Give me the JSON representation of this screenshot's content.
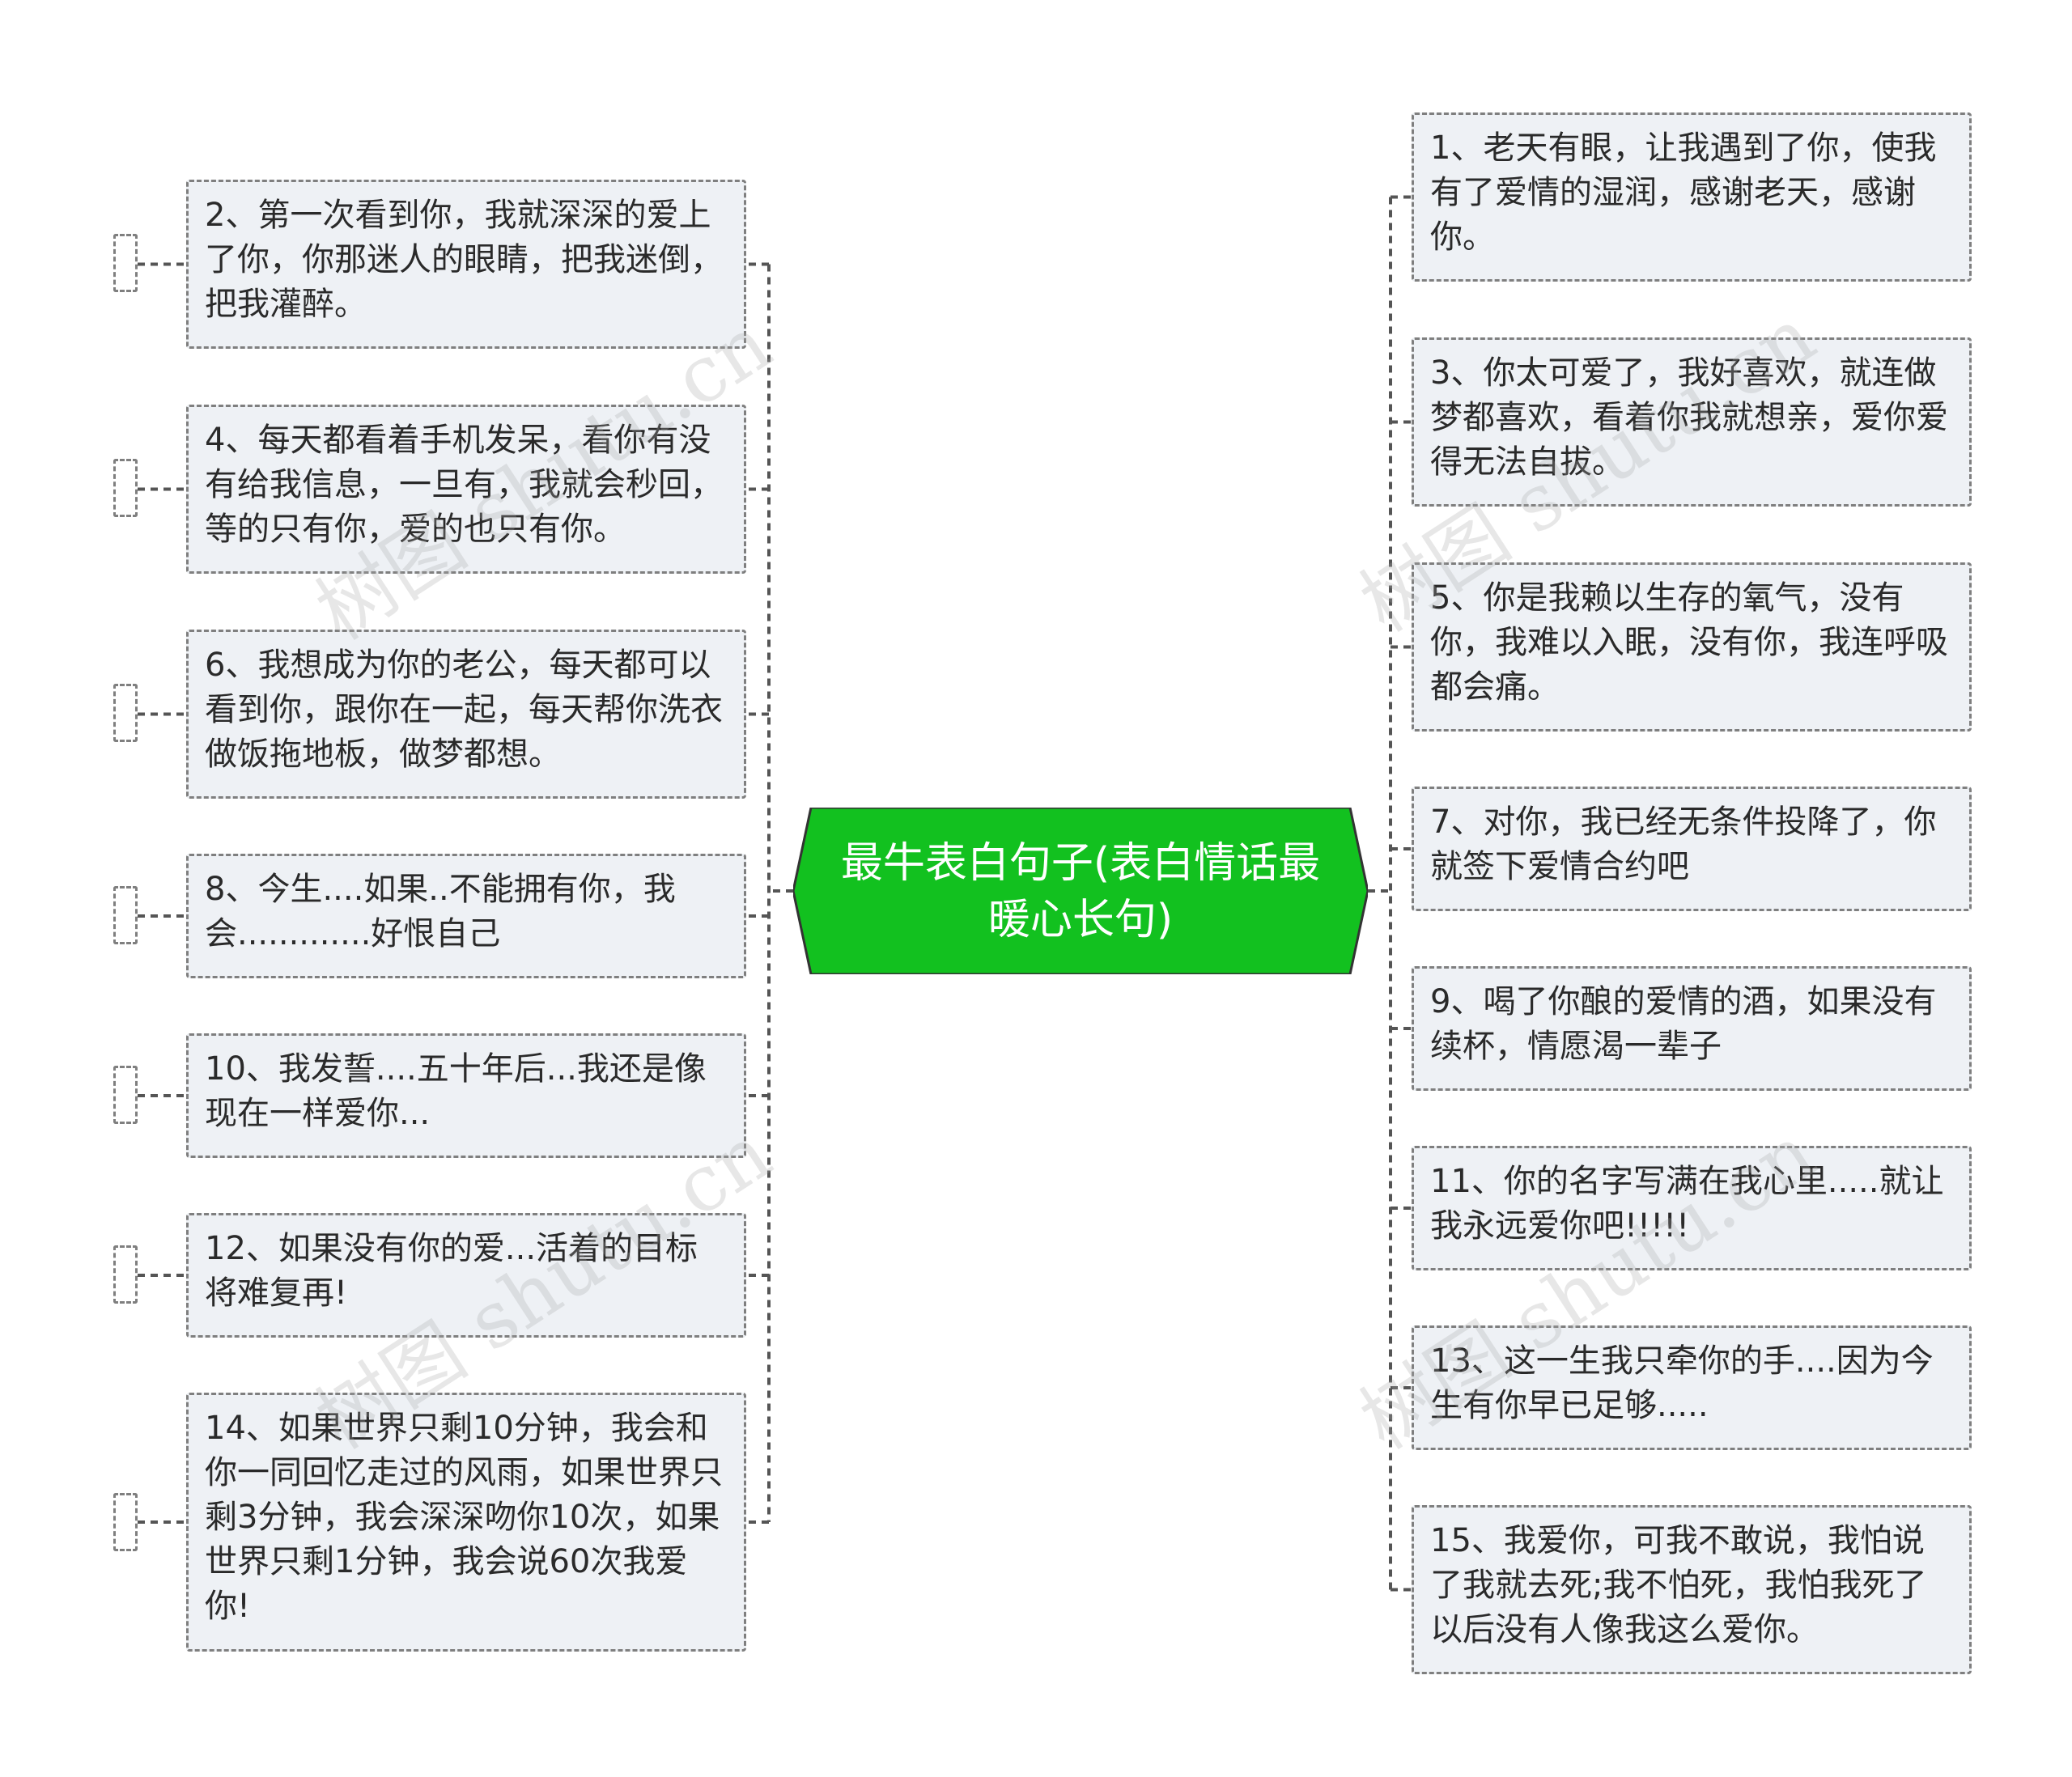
{
  "center": {
    "title": "最牛表白句子(表白情话最暖心长句)",
    "color": "#12c11f"
  },
  "watermark_text": "树图 shutu.cn",
  "left_nodes": [
    {
      "text": "2、第一次看到你，我就深深的爱上了你，你那迷人的眼睛，把我迷倒，把我灌醉。"
    },
    {
      "text": "4、每天都看着手机发呆，看你有没有给我信息，一旦有，我就会秒回，等的只有你，爱的也只有你。"
    },
    {
      "text": "6、我想成为你的老公，每天都可以看到你，跟你在一起，每天帮你洗衣做饭拖地板，做梦都想。"
    },
    {
      "text": "8、今生....如果..不能拥有你，我会.............好恨自己"
    },
    {
      "text": "10、我发誓....五十年后...我还是像现在一样爱你..."
    },
    {
      "text": "12、如果没有你的爱...活着的目标将难复再!"
    },
    {
      "text": "14、如果世界只剩10分钟，我会和你一同回忆走过的风雨，如果世界只剩3分钟，我会深深吻你10次，如果世界只剩1分钟，我会说60次我爱你!"
    }
  ],
  "right_nodes": [
    {
      "text": "1、老天有眼，让我遇到了你，使我有了爱情的湿润，感谢老天，感谢你。"
    },
    {
      "text": "3、你太可爱了，我好喜欢，就连做梦都喜欢，看着你我就想亲，爱你爱得无法自拔。"
    },
    {
      "text": "5、你是我赖以生存的氧气，没有你，我难以入眠，没有你，我连呼吸都会痛。"
    },
    {
      "text": "7、对你，我已经无条件投降了，你就签下爱情合约吧"
    },
    {
      "text": "9、喝了你酿的爱情的酒，如果没有续杯，情愿渴一辈子"
    },
    {
      "text": "11、你的名字写满在我心里.....就让我永远爱你吧!!!!!"
    },
    {
      "text": "13、这一生我只牵你的手....因为今生有你早已足够....."
    },
    {
      "text": "15、我爱你，可我不敢说，我怕说了我就去死;我不怕死，我怕我死了以后没有人像我这么爱你。"
    }
  ]
}
